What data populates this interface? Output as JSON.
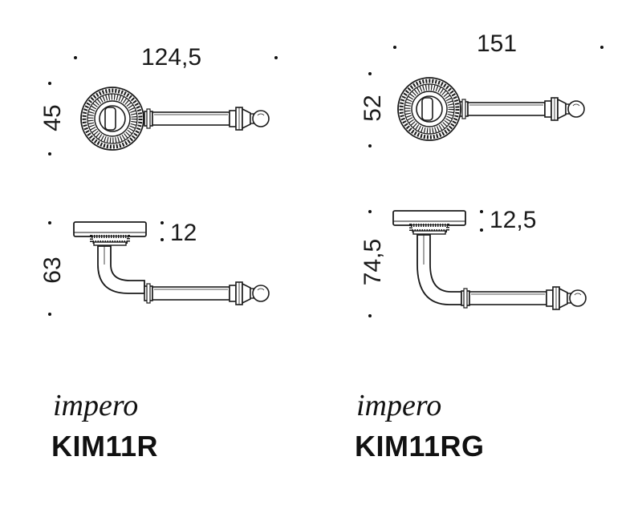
{
  "products": [
    {
      "brand": "impero",
      "code": "KIM11R",
      "top_view": {
        "width_dim": "124,5",
        "height_dim": "45"
      },
      "side_view": {
        "rose_thickness_dim": "12",
        "height_dim": "63"
      }
    },
    {
      "brand": "impero",
      "code": "KIM11RG",
      "top_view": {
        "width_dim": "151",
        "height_dim": "52"
      },
      "side_view": {
        "rose_thickness_dim": "12,5",
        "height_dim": "74,5"
      }
    }
  ],
  "colors": {
    "line": "#1a1a1a",
    "fill": "#ffffff",
    "text": "#111111"
  }
}
